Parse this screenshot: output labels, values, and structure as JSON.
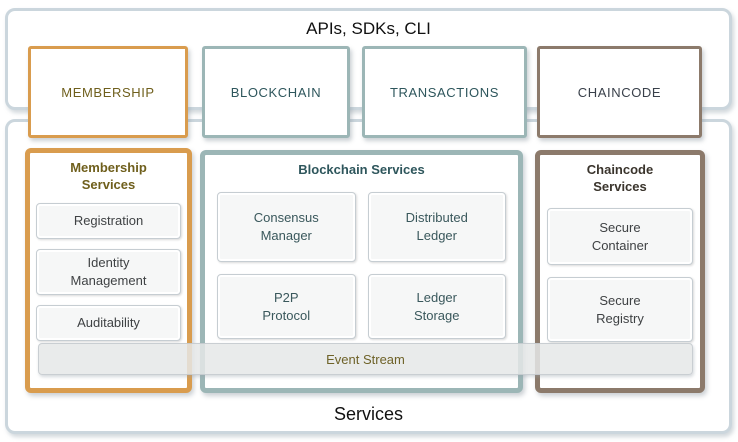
{
  "api_layer": {
    "title": "APIs, SDKs, CLI",
    "boxes": [
      {
        "id": "membership",
        "label": "MEMBERSHIP"
      },
      {
        "id": "blockchain",
        "label": "BLOCKCHAIN"
      },
      {
        "id": "transactions",
        "label": "TRANSACTIONS"
      },
      {
        "id": "chaincode",
        "label": "CHAINCODE"
      }
    ]
  },
  "services_layer": {
    "title": "Services",
    "columns": [
      {
        "id": "membership-services",
        "title": "Membership\nServices",
        "items": [
          "Registration",
          "Identity\nManagement",
          "Auditability"
        ]
      },
      {
        "id": "blockchain-services",
        "title": "Blockchain Services",
        "items": [
          "Consensus\nManager",
          "Distributed\nLedger",
          "P2P\nProtocol",
          "Ledger\nStorage"
        ]
      },
      {
        "id": "chaincode-services",
        "title": "Chaincode\nServices",
        "items": [
          "Secure\nContainer",
          "Secure\nRegistry"
        ]
      }
    ],
    "event_stream_label": "Event Stream"
  },
  "colors": {
    "membership_accent": "#D99C4E",
    "blockchain_accent": "#9CB6B6",
    "chaincode_accent": "#8C7A6B",
    "container_border": "#CBD6DD",
    "membership_text": "#6F5F1C",
    "blockchain_text": "#2E565C",
    "chaincode_label_text": "#39404A",
    "chaincode_title_text": "#3A342C",
    "event_stream_text": "#6E6228"
  }
}
